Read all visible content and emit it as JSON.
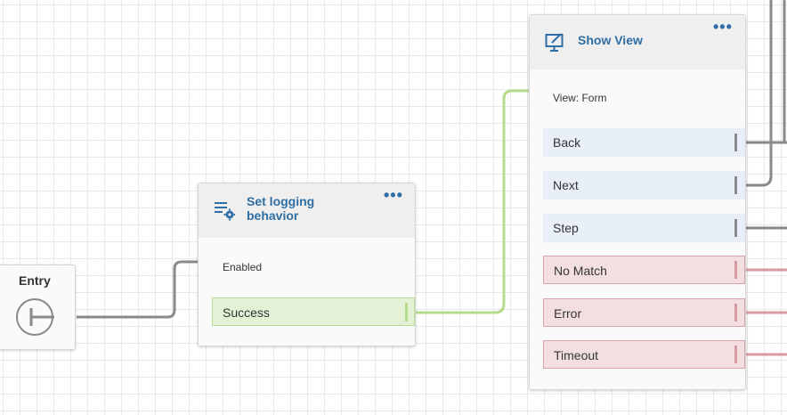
{
  "canvas": {
    "entry": {
      "title": "Entry"
    },
    "set_logging": {
      "title": "Set logging behavior",
      "info": "Enabled",
      "branches": [
        "Success"
      ]
    },
    "show_view": {
      "title": "Show View",
      "info": "View: Form",
      "branches": [
        "Back",
        "Next",
        "Step",
        "No Match",
        "Error",
        "Timeout"
      ]
    }
  },
  "colors": {
    "title_blue": "#2f6ea4",
    "wire_gray": "#8a8a8a",
    "wire_green": "#b4dc8c",
    "wire_red": "#d99aa3"
  }
}
